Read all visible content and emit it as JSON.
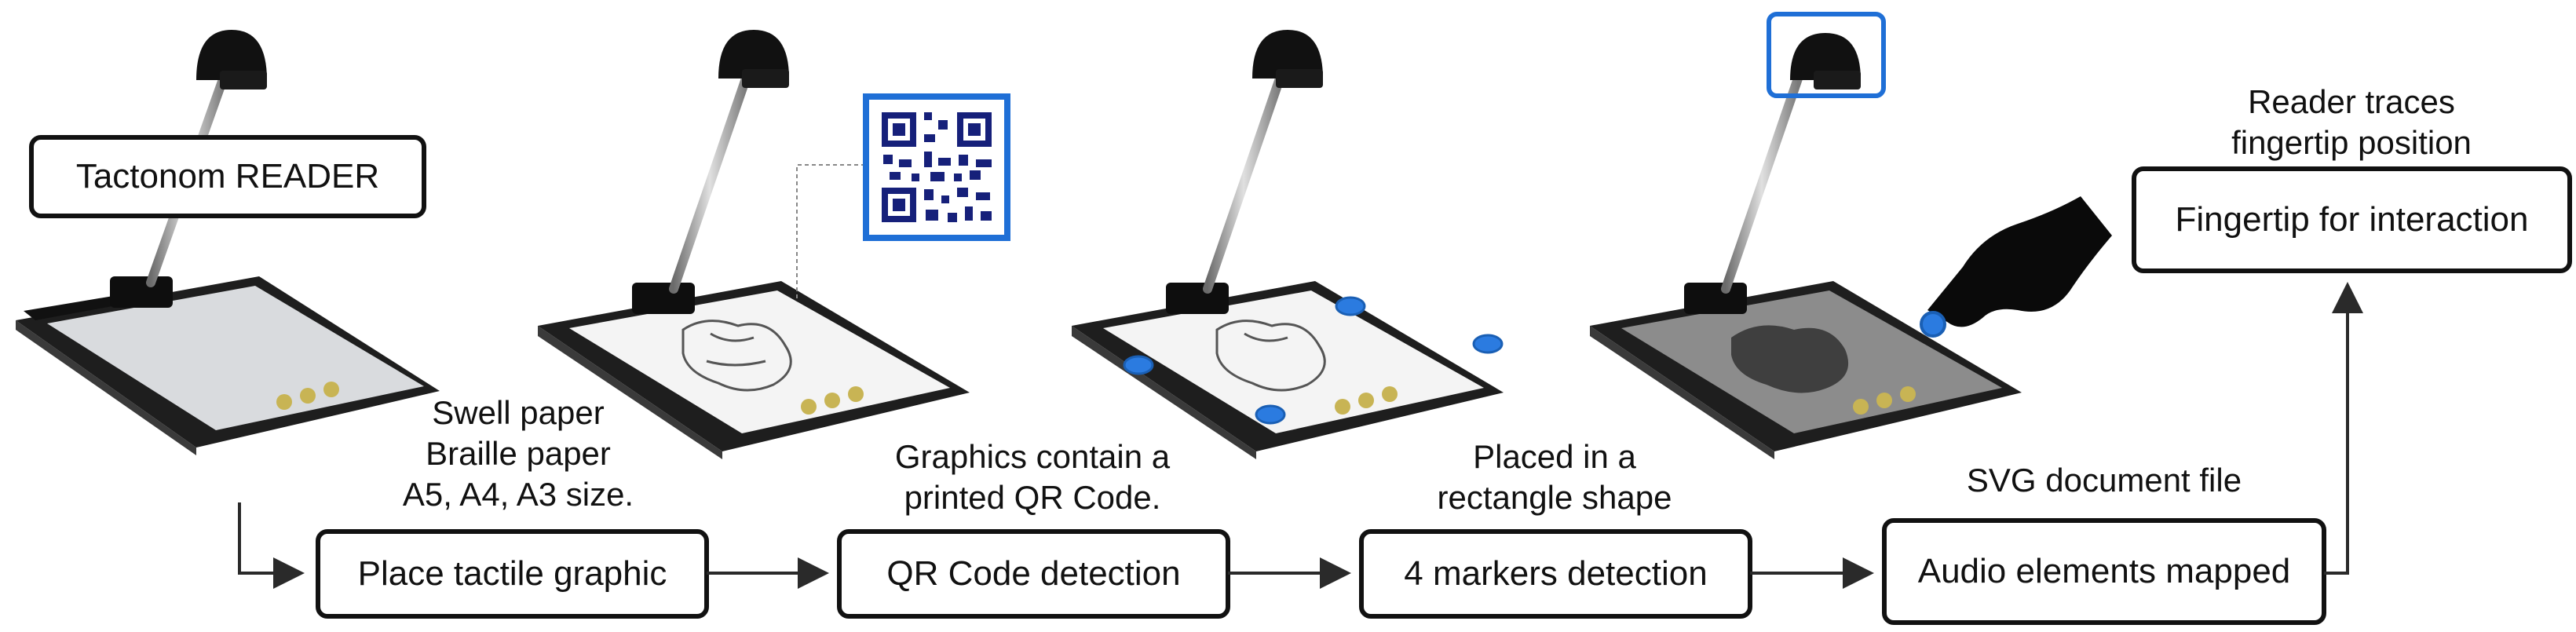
{
  "title_box": {
    "label": "Tactonom READER"
  },
  "steps": [
    {
      "label": "Place tactile graphic"
    },
    {
      "label": "QR Code detection"
    },
    {
      "label": "4 markers detection"
    },
    {
      "label": "Audio elements mapped"
    }
  ],
  "final_box": {
    "label": "Fingertip for interaction"
  },
  "captions": {
    "paper": [
      "Swell paper",
      "Braille paper",
      "A5, A4, A3 size."
    ],
    "qr": [
      "Graphics contain a",
      "printed QR Code."
    ],
    "markers": [
      "Placed in a",
      "rectangle shape"
    ],
    "svg": [
      "SVG document file"
    ],
    "reader": [
      "Reader traces",
      "fingertip position"
    ]
  },
  "colors": {
    "box_stroke": "#111111",
    "highlight_blue": "#1f6fd6",
    "marker_blue": "#2b7be0",
    "qr_navy": "#16207a",
    "device_body": "#1e1e1e",
    "paper_white": "#f4f4f4",
    "paper_gray": "#8c8c8c"
  }
}
